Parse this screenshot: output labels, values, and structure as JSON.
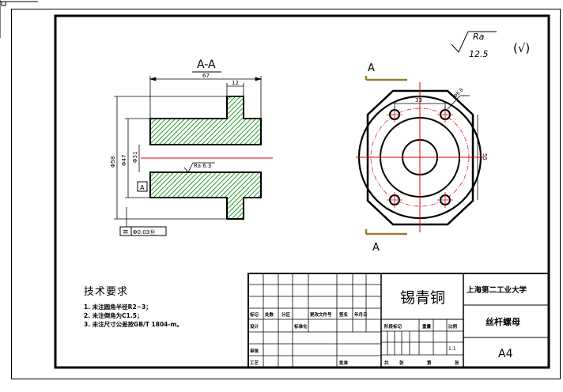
{
  "drawing": {
    "section_title": "A-A",
    "view_label": "A",
    "roughness": {
      "symbol": "Ra",
      "value": "12.5",
      "suffix": "(√)"
    },
    "dims": {
      "overall_length": "67",
      "flange_width": "12",
      "outer_diameter": "Φ58",
      "mid_diameter": "Φ47",
      "bore_diameter": "Φ31",
      "bore_finish": "Ra 6.3",
      "datum": "A",
      "geometric_tolerance": "Φ0.03Ⓜ",
      "hole_spacing": "33",
      "hole_size": "Φ6.8",
      "right_dim": "55"
    }
  },
  "notes": {
    "title": "技术要求",
    "lines": [
      "1. 未注圆角半径R2~3；",
      "2. 未注倒角为C1.5；",
      "3. 未注尺寸公差按GB/T 1804-m。"
    ]
  },
  "title_block": {
    "material": "锡青铜",
    "school": "上海第二工业大学",
    "part_name": "丝杆螺母",
    "sheet_size": "A4",
    "scale_value": "1:1",
    "row_labels_a": [
      "标记",
      "处数",
      "分区",
      "更改文件号",
      "签名",
      "年月日"
    ],
    "row_labels_b": [
      "设计",
      "标准化",
      "阶段标记",
      "重量",
      "比例"
    ],
    "row_labels_c": [
      "审核",
      "工艺",
      "批准",
      "共",
      "张",
      "第",
      "张"
    ]
  }
}
